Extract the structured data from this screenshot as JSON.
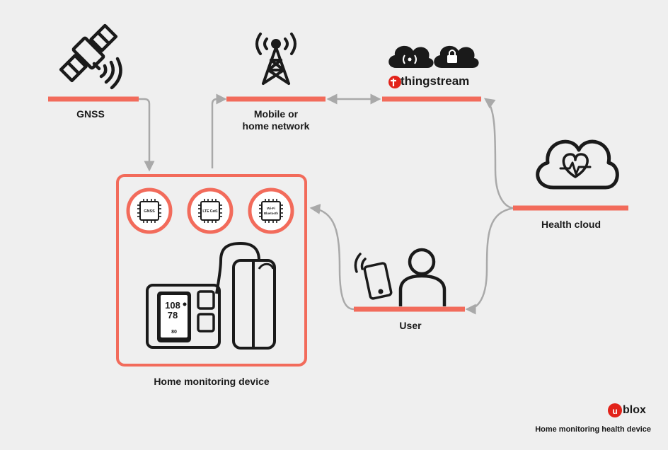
{
  "nodes": {
    "gnss": {
      "label": "GNSS"
    },
    "network": {
      "label_line1": "Mobile or",
      "label_line2": "home network"
    },
    "health_cloud": {
      "label": "Health cloud"
    },
    "user": {
      "label": "User"
    },
    "device": {
      "label": "Home monitoring device"
    }
  },
  "thingstream": {
    "logo_text": "thingstream"
  },
  "chips": [
    {
      "label": "GNSS"
    },
    {
      "label": "LTE Cat1"
    },
    {
      "label_line1": "Wi-Fi",
      "label_line2": "Bluetooth"
    }
  ],
  "monitor_display": {
    "systolic": "108",
    "diastolic": "78",
    "pulse": "80"
  },
  "brand": {
    "logo_text": "blox"
  },
  "caption": "Home monitoring health device",
  "colors": {
    "accent": "#f26b5b",
    "connector": "#a9a9a9",
    "ink": "#1a1a1a",
    "background": "#efefef"
  },
  "icons": [
    "satellite-icon",
    "antenna-tower-icon",
    "cloud-signal-icon",
    "cloud-lock-icon",
    "cloud-heartbeat-icon",
    "tablet-icon",
    "person-icon",
    "chip-icon",
    "blood-pressure-monitor-icon",
    "cuff-icon"
  ]
}
